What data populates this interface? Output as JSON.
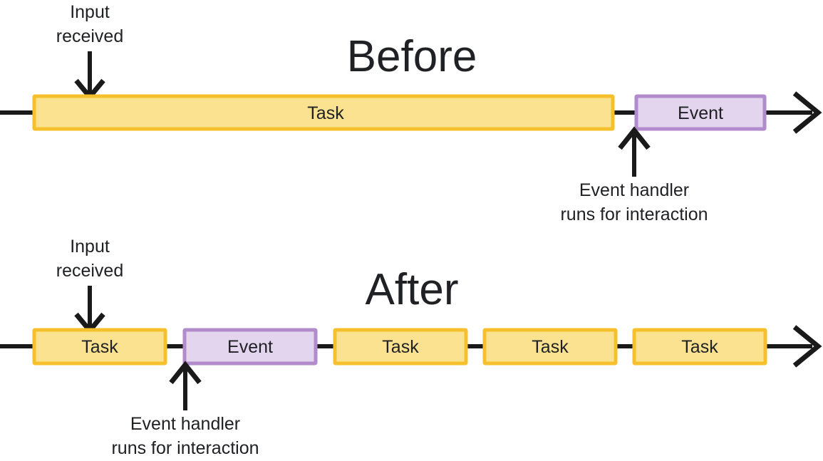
{
  "diagram": {
    "background_color": "#ffffff",
    "colors": {
      "task_fill": "#fbe291",
      "task_border": "#f5c02b",
      "event_fill": "#e3d5ee",
      "event_border": "#b18bcc",
      "line": "#1a1a1a",
      "text": "#202124"
    },
    "sections": [
      {
        "id": "before",
        "title": "Before",
        "annotations": {
          "input_line1": "Input",
          "input_line2": "received",
          "handler_line1": "Event handler",
          "handler_line2": "runs for interaction"
        },
        "blocks": [
          {
            "type": "task",
            "label": "Task"
          },
          {
            "type": "event",
            "label": "Event"
          }
        ]
      },
      {
        "id": "after",
        "title": "After",
        "annotations": {
          "input_line1": "Input",
          "input_line2": "received",
          "handler_line1": "Event handler",
          "handler_line2": "runs for interaction"
        },
        "blocks": [
          {
            "type": "task",
            "label": "Task"
          },
          {
            "type": "event",
            "label": "Event"
          },
          {
            "type": "task",
            "label": "Task"
          },
          {
            "type": "task",
            "label": "Task"
          },
          {
            "type": "task",
            "label": "Task"
          }
        ]
      }
    ]
  }
}
